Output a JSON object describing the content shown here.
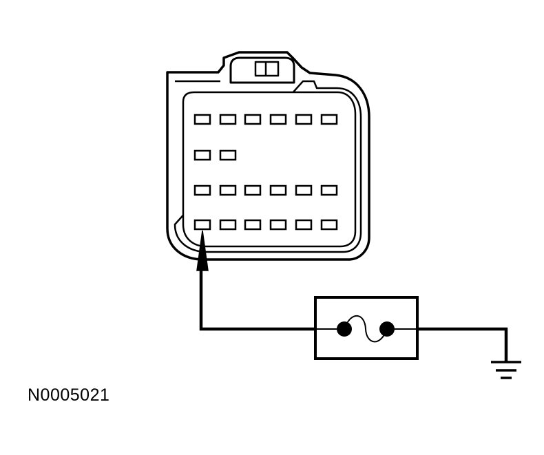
{
  "figure_label": "N0005021",
  "colors": {
    "stroke": "#000000",
    "background": "#ffffff"
  },
  "connector": {
    "pin_rows": [
      6,
      2,
      6,
      6
    ],
    "probed_pin": "bottom-row-pin-1"
  },
  "components": {
    "fuse": "fuse-icon",
    "ground": "ground-icon",
    "probe": "probe-arrow-icon"
  }
}
